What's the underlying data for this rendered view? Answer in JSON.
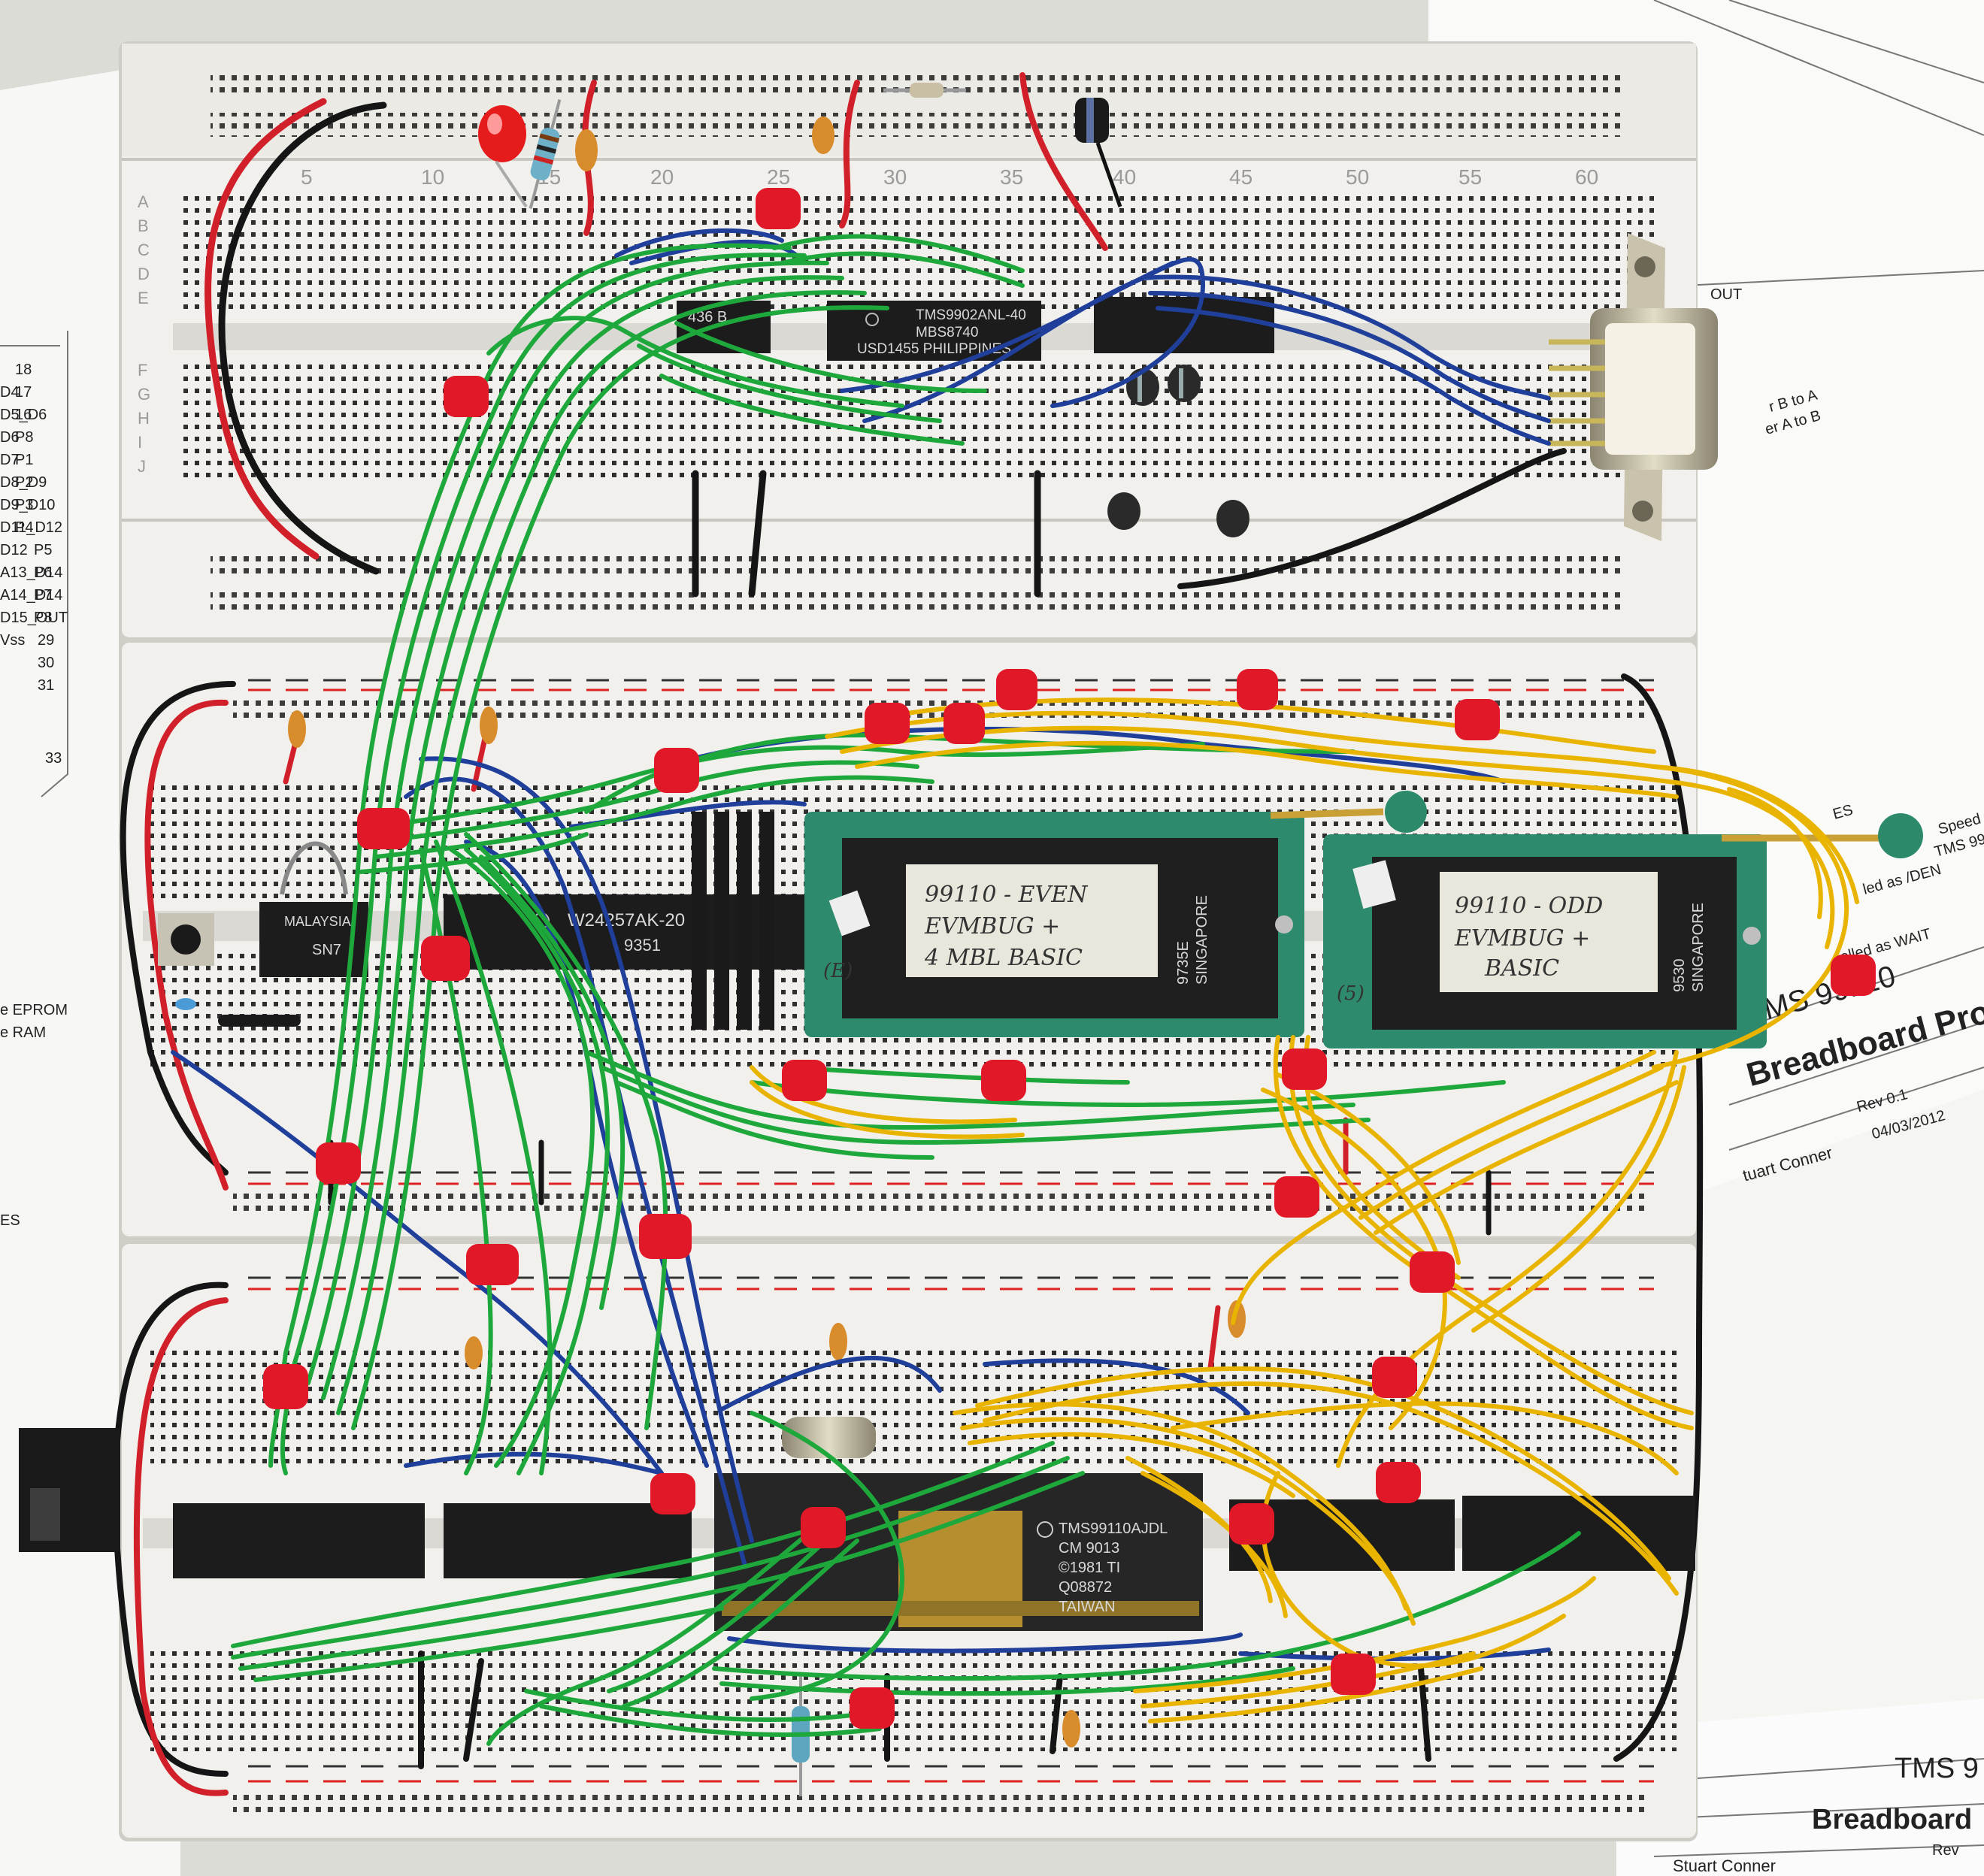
{
  "colors": {
    "background": "#dcdcd6",
    "paper": "#fbfbfb",
    "breadboard": "#f1f0ec",
    "chip": "#1c1c1c",
    "socket": "#2e8a6c",
    "wire_green": "#1ea83c",
    "wire_yellow": "#e9b400",
    "wire_blue": "#1f3f9a",
    "wire_red": "#d1202a",
    "wire_black": "#151515",
    "tie": "#e01828"
  },
  "breadboard": {
    "col_numbers_top": [
      "5",
      "10",
      "15",
      "20",
      "25",
      "30",
      "35",
      "40",
      "45",
      "50",
      "55",
      "60"
    ],
    "row_letters_top": [
      "A",
      "B",
      "C",
      "D",
      "E",
      "F",
      "G",
      "H",
      "I",
      "J"
    ]
  },
  "chips": {
    "uart": [
      "TMS9902ANL-40",
      "MBS8740",
      "USD1455 PHILIPPINES"
    ],
    "small_chip": "436 B",
    "ram": [
      "W24257AK-20",
      "9351"
    ],
    "logic": "SN7",
    "logic_origin": "MALAYSIA",
    "eprom_even": [
      "9735E",
      "SINGAPORE"
    ],
    "eprom_odd": [
      "9530",
      "SINGAPORE"
    ],
    "cpu": [
      "TMS99110AJDL",
      "CM 9013",
      "©1981 TI",
      "Q08872",
      "TAIWAN"
    ]
  },
  "eprom_labels": {
    "even": [
      "99110 - EVEN",
      "EVMBUG +",
      "4 MBL BASIC"
    ],
    "odd": [
      "99110 - ODD",
      "EVMBUG +",
      "BASIC"
    ],
    "even_mark": "(E)",
    "odd_mark": "(5)"
  },
  "schematic": {
    "pins_left": [
      "18",
      "17",
      "16",
      "P8",
      "P1",
      "P2",
      "P3",
      "P4",
      "P5",
      "P6",
      "P7",
      "P8",
      "29",
      "30",
      "31",
      "33"
    ],
    "signals_left": [
      "D4",
      "D5_D6",
      "D6",
      "D7",
      "D8_D9",
      "D9_D10",
      "D11_D12",
      "D12",
      "A13_D14",
      "A14_D14",
      "D15_OUT",
      "Vss"
    ],
    "left_labels": [
      "e EPROM",
      "e RAM",
      "ES"
    ],
    "right_notes": [
      "r B to A",
      "er A to B",
      "OUT",
      "Speed",
      "TMS 99",
      "led as /DEN",
      "elled as WAIT"
    ],
    "right_box": "ES",
    "title_1": "TMS 99110",
    "subtitle_1": "Breadboard Pro",
    "rev_1": "Rev 0.1",
    "date_1": "04/03/2012",
    "author_1": "tuart Conner",
    "title_2": "TMS 9",
    "subtitle_2": "Breadboard",
    "rev_2": "Rev",
    "author_2": "Stuart Conner"
  }
}
